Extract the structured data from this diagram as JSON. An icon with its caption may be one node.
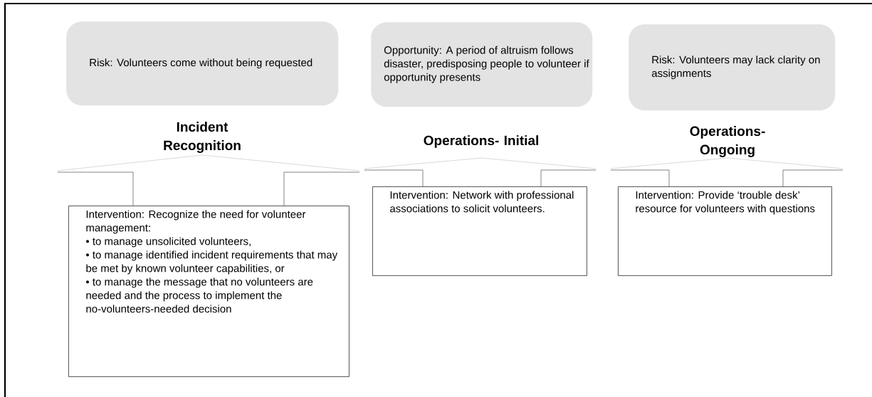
{
  "diagram": {
    "nodes": [
      {
        "text": [
          "Risk: Volunteers come without being requested"
        ]
      },
      {
        "text": [
          "Opportunity: A period of altruism follows disaster, predisposing people to volunteer if opportunity presents"
        ]
      },
      {
        "text": [
          "Risk: Volunteers may lack clarity on assignments"
        ]
      },
      {
        "text": [
          "Intervention: Recognize the need for volunteer management:",
          "• to manage unsolicited volunteers,",
          "• to manage identified incident requirements that may be met by known volunteer capabilities, or",
          "• to manage the message that no volunteers are needed and the process to implement the no-volunteers-needed decision"
        ]
      },
      {
        "text": [
          "Intervention:  Network with professional associations to solicit volunteers."
        ]
      },
      {
        "text": [
          "Intervention: Provide ‘trouble desk’ resource for volunteers with questions"
        ]
      }
    ],
    "labels": [
      "Incident Recognition",
      "Operations- Initial",
      "Operations- Ongoing"
    ]
  }
}
